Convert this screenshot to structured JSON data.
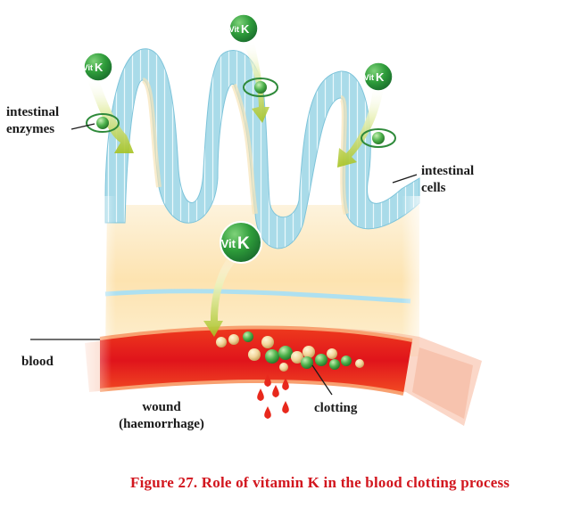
{
  "labels": {
    "intestinal_enzymes_line1": "intestinal",
    "intestinal_enzymes_line2": "enzymes",
    "intestinal_cells_line1": "intestinal",
    "intestinal_cells_line2": "cells",
    "blood": "blood",
    "wound_line1": "wound",
    "wound_line2": "(haemorrhage)",
    "clotting": "clotting"
  },
  "vitamin_badge": {
    "prefix": "Vit",
    "letter": "K"
  },
  "caption": "Figure 27. Role of vitamin K in the blood clotting process",
  "colors": {
    "villi_fill": "#a9dbe9",
    "villi_stripe": "#e8f7fb",
    "tissue": "#fdeabd",
    "blood_dark": "#e0141b",
    "blood_light": "#f5a87f",
    "vitamin_green": "#2e9c3a",
    "caption_red": "#d2161e"
  }
}
